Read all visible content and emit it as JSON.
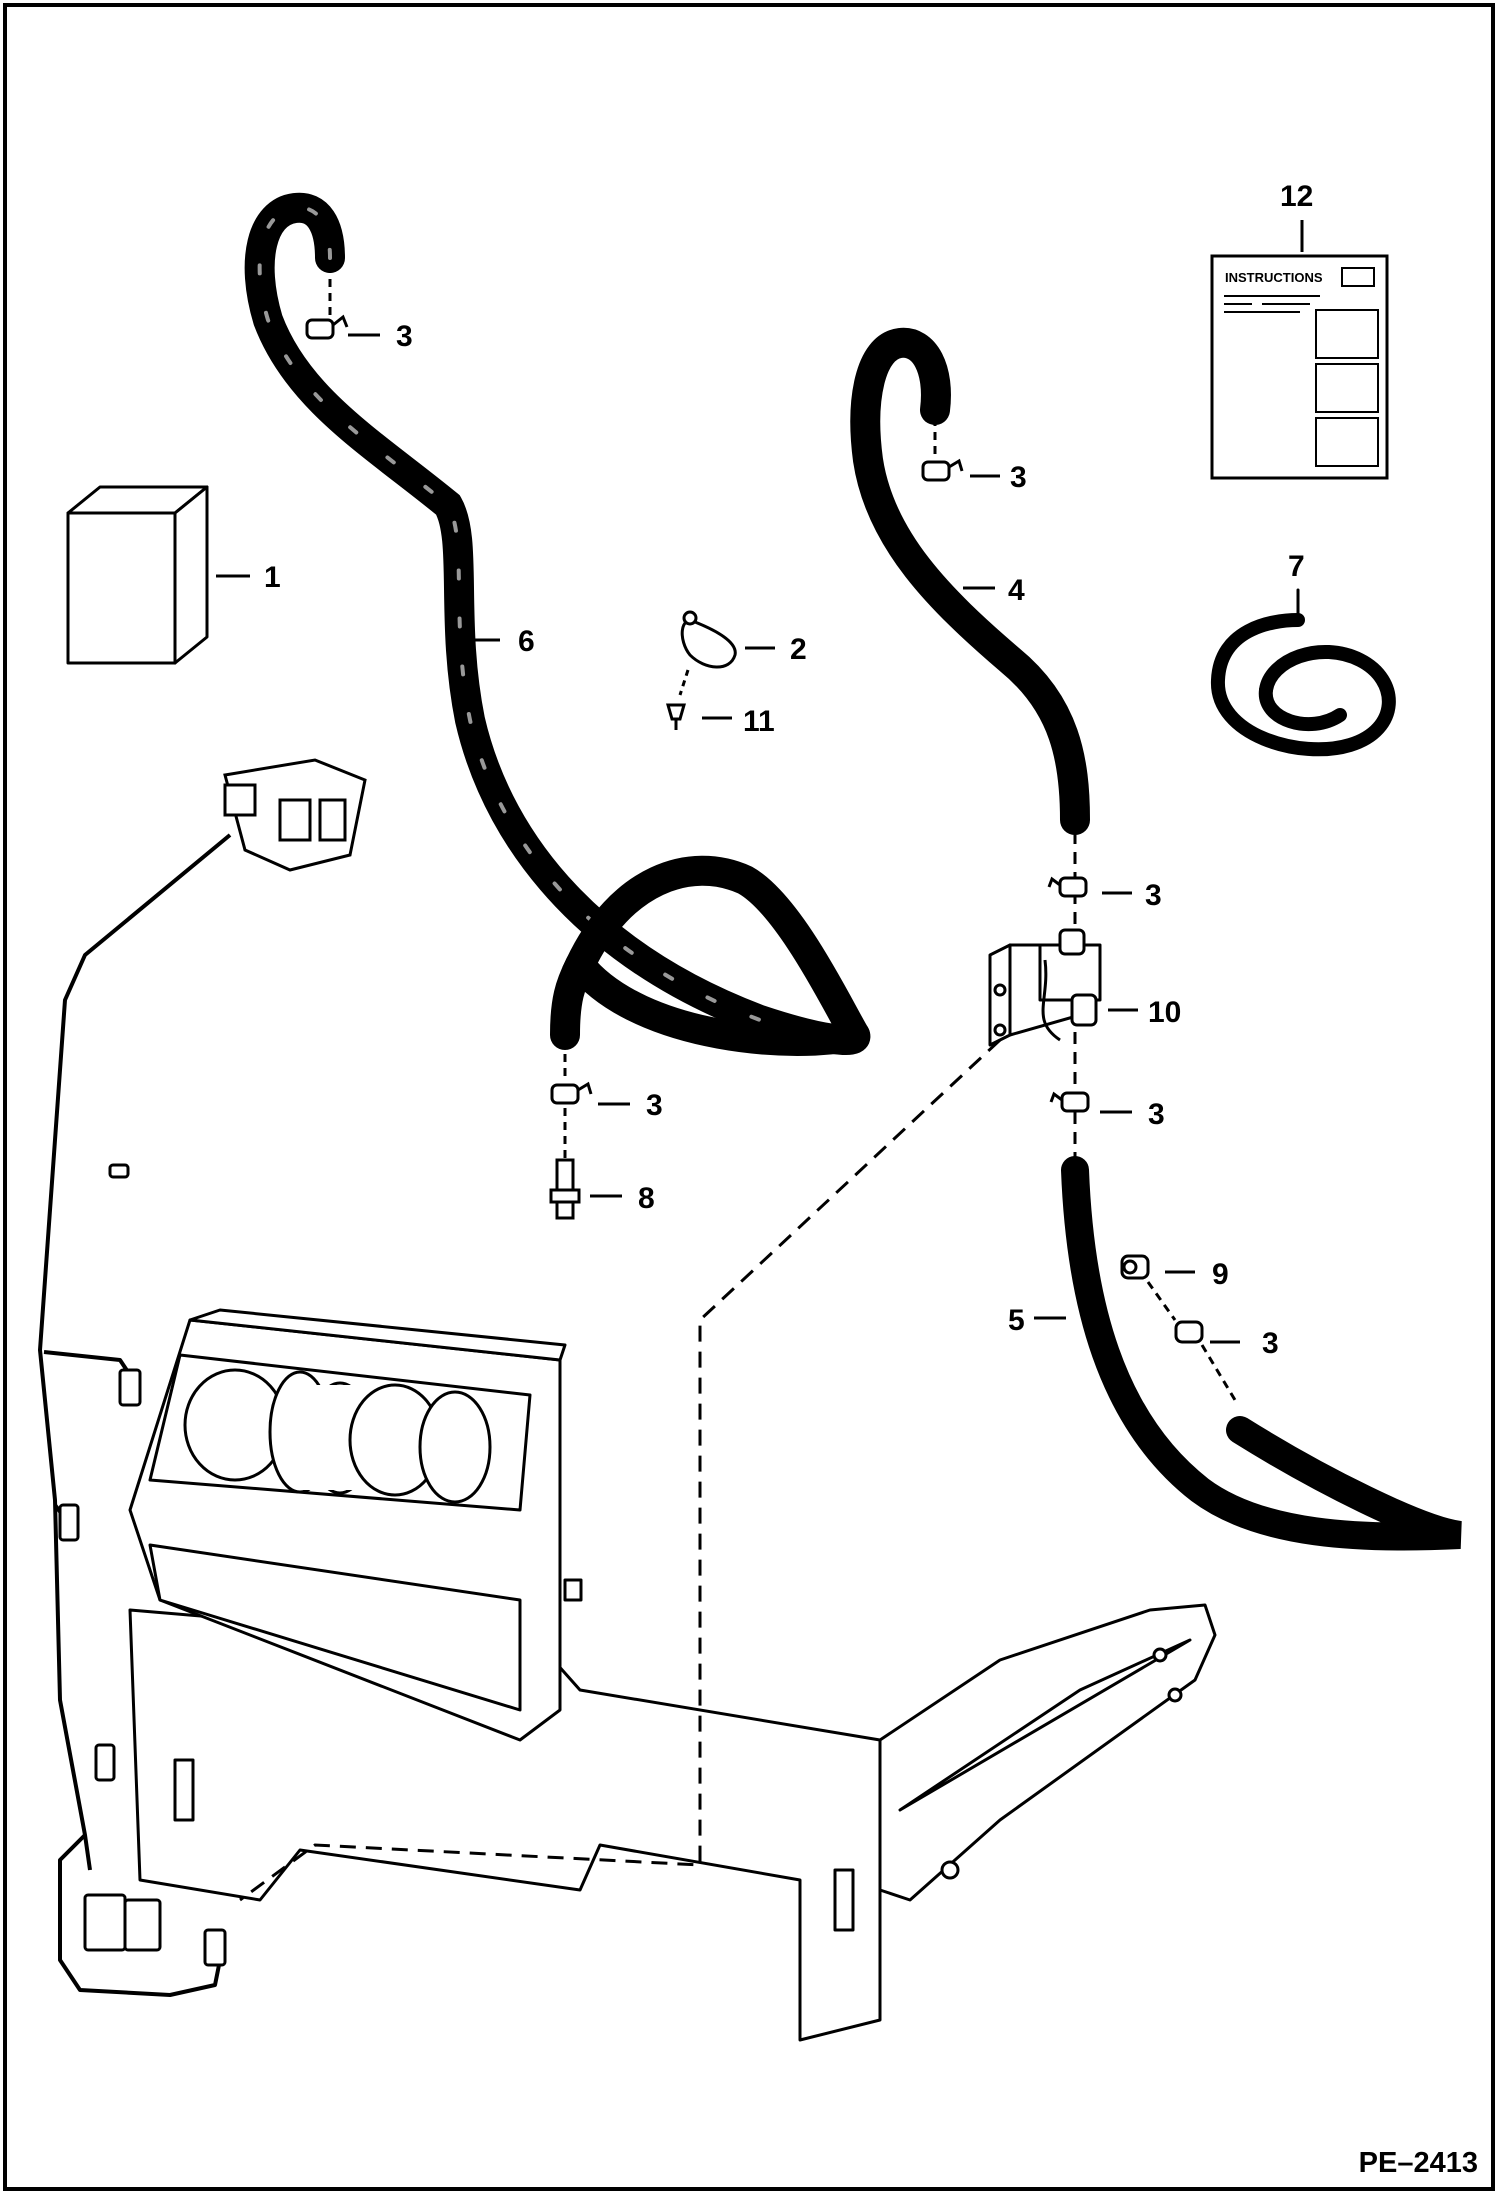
{
  "callouts": {
    "c1": "1",
    "c2": "2",
    "c3": "3",
    "c4": "4",
    "c5": "5",
    "c6": "6",
    "c7": "7",
    "c8": "8",
    "c9": "9",
    "c10": "10",
    "c11": "11",
    "c12": "12"
  },
  "instruction_sheet": {
    "title": "INSTRUCTIONS"
  },
  "figure_code": "PE–2413"
}
